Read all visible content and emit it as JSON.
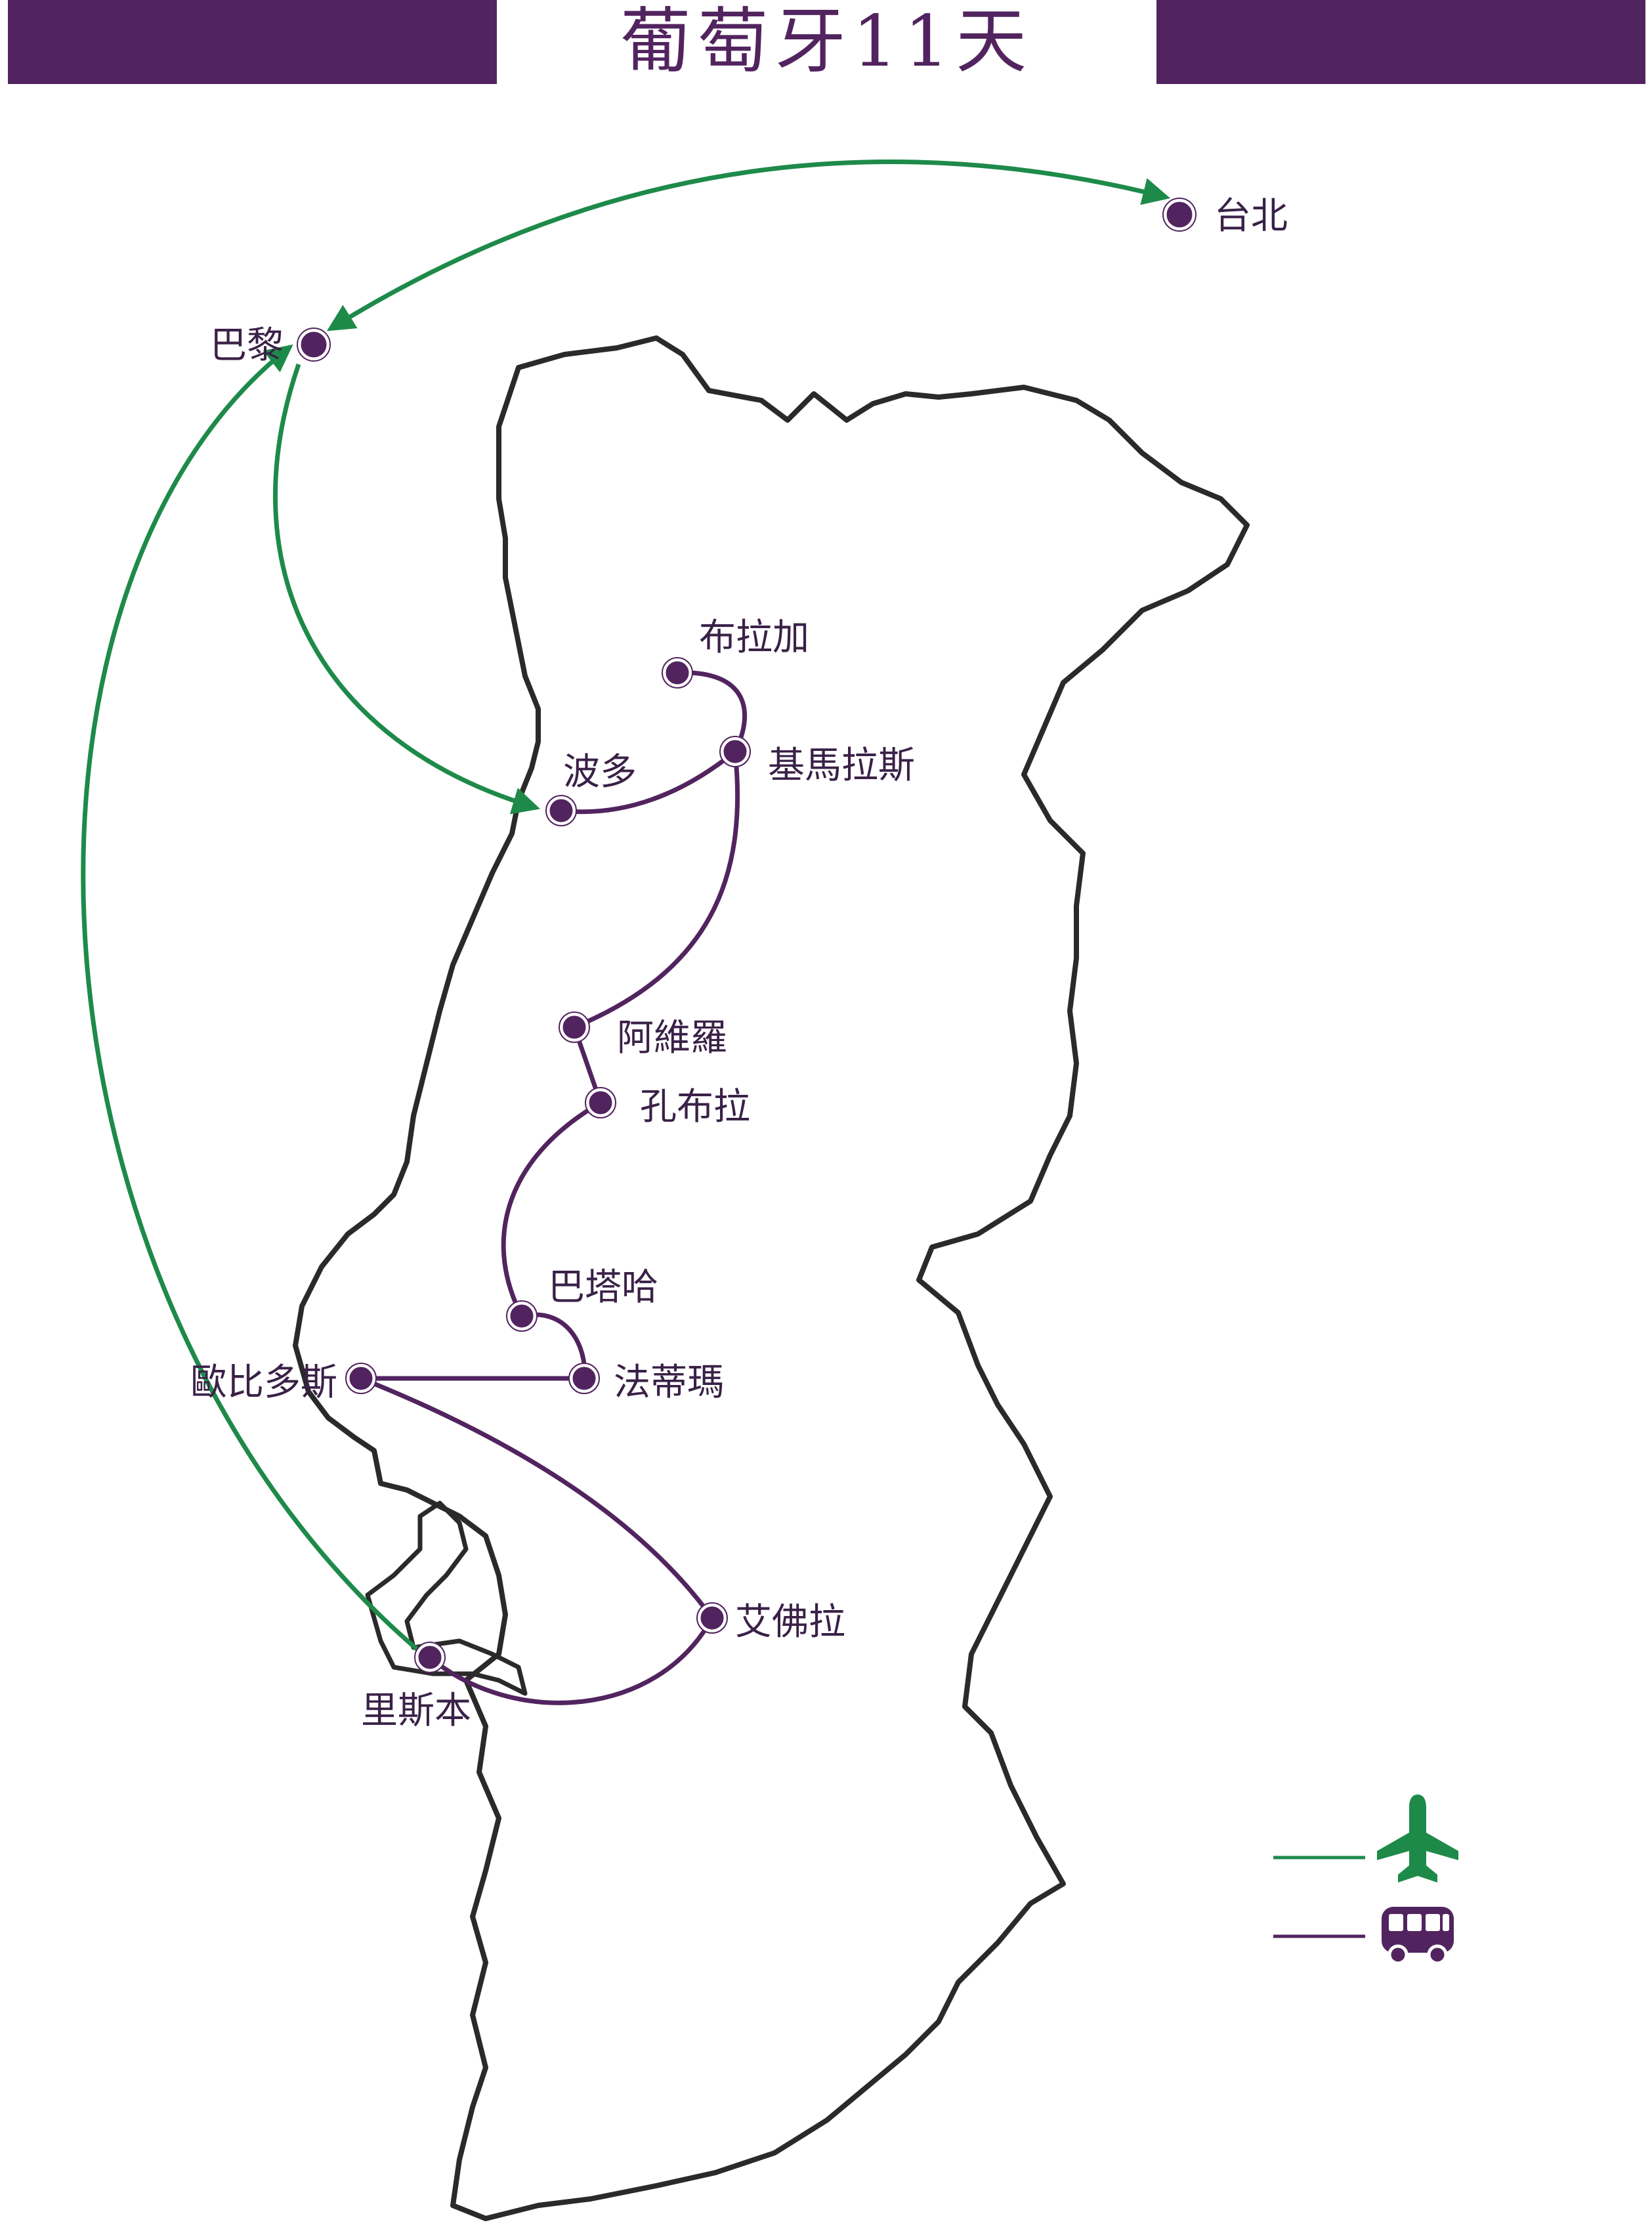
{
  "title": "葡萄牙11天",
  "colors": {
    "brand_purple": "#52245f",
    "flight_green": "#1e8a4a",
    "outline": "#2a2a2a"
  },
  "cities": {
    "taipei": "台北",
    "paris": "巴黎",
    "braga": "布拉加",
    "guimaraes": "基馬拉斯",
    "porto": "波多",
    "aveiro": "阿維羅",
    "coimbra": "孔布拉",
    "batalha": "巴塔哈",
    "fatima": "法蒂瑪",
    "obidos": "歐比多斯",
    "evora": "艾佛拉",
    "lisbon": "里斯本"
  },
  "legend": {
    "flight_icon": "airplane-icon",
    "bus_icon": "bus-icon"
  }
}
